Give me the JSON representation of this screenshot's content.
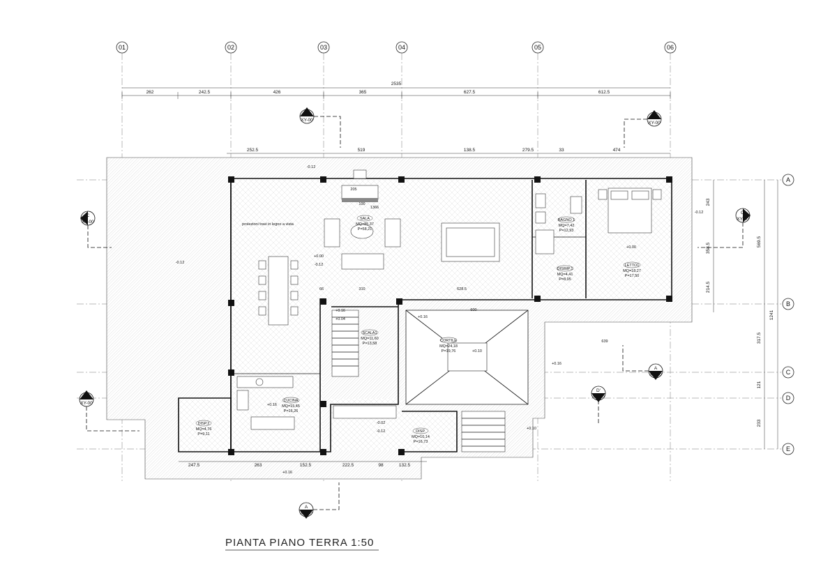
{
  "title": "PIANTA PIANO TERRA 1:50",
  "vertical_axes": [
    "01",
    "02",
    "03",
    "04",
    "05",
    "06"
  ],
  "horizontal_axes": [
    "A",
    "B",
    "C",
    "D",
    "E"
  ],
  "overall_dimension": "2535",
  "top_dimensions": [
    "262",
    "242.5",
    "426",
    "365",
    "627.5",
    "612.5"
  ],
  "upper_dimensions": [
    "252.5",
    "519",
    "138.5",
    "279.5",
    "33",
    "474"
  ],
  "right_total": "1241",
  "right_dimensions": [
    "569.5",
    "317.5",
    "121",
    "233"
  ],
  "right_inner_dimensions": [
    "243",
    "358.5",
    "214.5"
  ],
  "bottom_dimensions": [
    "247.5",
    "263",
    "152.5",
    "222.5",
    "98",
    "132.5"
  ],
  "rooms": [
    {
      "name": "SALA",
      "mq": "MQ=85,37",
      "p": "P=58,21"
    },
    {
      "name": "BAGNO 1",
      "mq": "MQ=7,42",
      "p": "P=12,93"
    },
    {
      "name": "DISIMP.1",
      "mq": "MQ=4,41",
      "p": "P=8,95"
    },
    {
      "name": "LETTO1",
      "mq": "MQ=18,27",
      "p": "P=17,50"
    },
    {
      "name": "SCALA1",
      "mq": "MQ=11,60",
      "p": "P=13,58"
    },
    {
      "name": "CORTILE",
      "mq": "MQ=24,18",
      "p": "P=19,76"
    },
    {
      "name": "CUCINA",
      "mq": "MQ=15,45",
      "p": "P=16,26"
    },
    {
      "name": "DISP.2",
      "mq": "MQ=4,76",
      "p": "P=9,11"
    },
    {
      "name": "DISP.",
      "mq": "MQ=10,14",
      "p": "P=16,73"
    }
  ],
  "levels": [
    "-0.12",
    "-0.12",
    "+0.00",
    "-0.12",
    "+0.00",
    "+0.16",
    "+0.04",
    "+0.16",
    "+0.10",
    "+0.16",
    "+0.16",
    "-0.02",
    "-0.12",
    "+0.10",
    "+0.16",
    "-0.12"
  ],
  "sections": [
    {
      "letter": "A'",
      "ref": "XY-00"
    },
    {
      "letter": "A'",
      "ref": "XY-00"
    },
    {
      "letter": "C",
      "ref": "XY-00"
    },
    {
      "letter": "C'",
      "ref": "XY-00"
    },
    {
      "letter": "A",
      "ref": "XY-00"
    },
    {
      "letter": "D'",
      "ref": "XY-00"
    },
    {
      "letter": "D",
      "ref": "XY-00"
    },
    {
      "letter": "A",
      "ref": "XY-00"
    }
  ],
  "annotations": [
    "proiezioni travi in legno a vista",
    "1366",
    "100",
    "205",
    "600",
    "639",
    "628.5",
    "310",
    "66"
  ]
}
